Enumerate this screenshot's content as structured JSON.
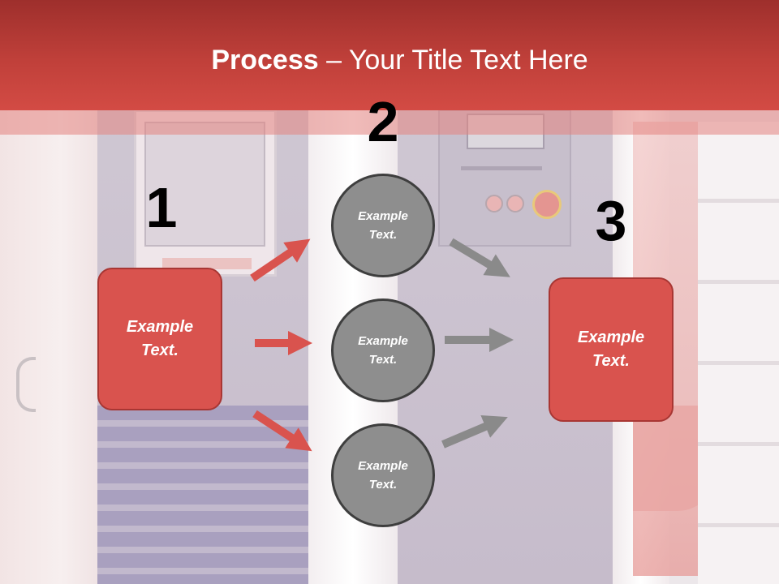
{
  "slide": {
    "title_bold": "Process",
    "title_rest": " – Your Title Text Here"
  },
  "steps": {
    "one": "1",
    "two": "2",
    "three": "3"
  },
  "boxes": {
    "left": {
      "line1": "Example",
      "line2": "Text."
    },
    "right": {
      "line1": "Example",
      "line2": "Text."
    }
  },
  "circles": [
    {
      "line1": "Example",
      "line2": "Text."
    },
    {
      "line1": "Example",
      "line2": "Text."
    },
    {
      "line1": "Example",
      "line2": "Text."
    }
  ],
  "colors": {
    "banner": "#c0403a",
    "box_fill": "#d9534e",
    "circle_fill": "#8e8e8e",
    "red_arrow": "#d9534e",
    "gray_arrow": "#8a8a8a"
  }
}
